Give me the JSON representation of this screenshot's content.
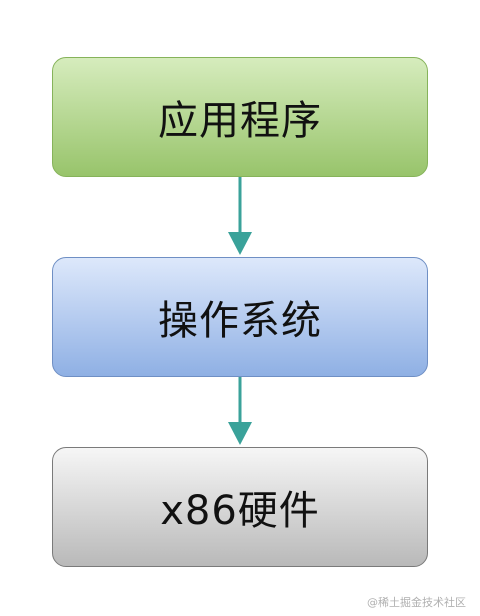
{
  "diagram": {
    "nodes": [
      {
        "label": "应用程序",
        "color": "#98c46b"
      },
      {
        "label": "操作系统",
        "color": "#8fb0e4"
      },
      {
        "label": "x86硬件",
        "color": "#b9b9b9"
      }
    ],
    "arrow_color": "#3aa29a"
  },
  "watermark": "@稀土掘金技术社区"
}
